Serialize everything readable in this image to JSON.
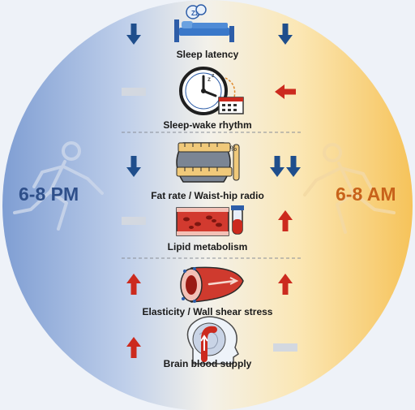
{
  "left_label": "6-8 PM",
  "right_label": "6-8 AM",
  "colors": {
    "left": "#2e4f8a",
    "right": "#c8621a",
    "down": "#1f4e8c",
    "up": "#cc2a1e",
    "neutral": "#d3d8e0"
  },
  "rows": [
    {
      "label": "Sleep latency",
      "pm": "down",
      "am": "down",
      "icon": "bed-icon"
    },
    {
      "label": "Sleep-wake rhythm",
      "pm": "neutral",
      "am": "left",
      "icon": "clock-icon"
    },
    {
      "label": "Fat rate / Waist-hip radio",
      "pm": "down",
      "am": "down-double",
      "icon": "waist-measure-icon"
    },
    {
      "label": "Lipid metabolism",
      "pm": "neutral",
      "am": "up",
      "icon": "blood-vessel-icon"
    },
    {
      "label": "Elasticity / Wall shear stress",
      "pm": "up",
      "am": "up",
      "icon": "artery-icon"
    },
    {
      "label": "Brain blood supply",
      "pm": "up",
      "am": "neutral",
      "icon": "brain-head-icon"
    }
  ]
}
